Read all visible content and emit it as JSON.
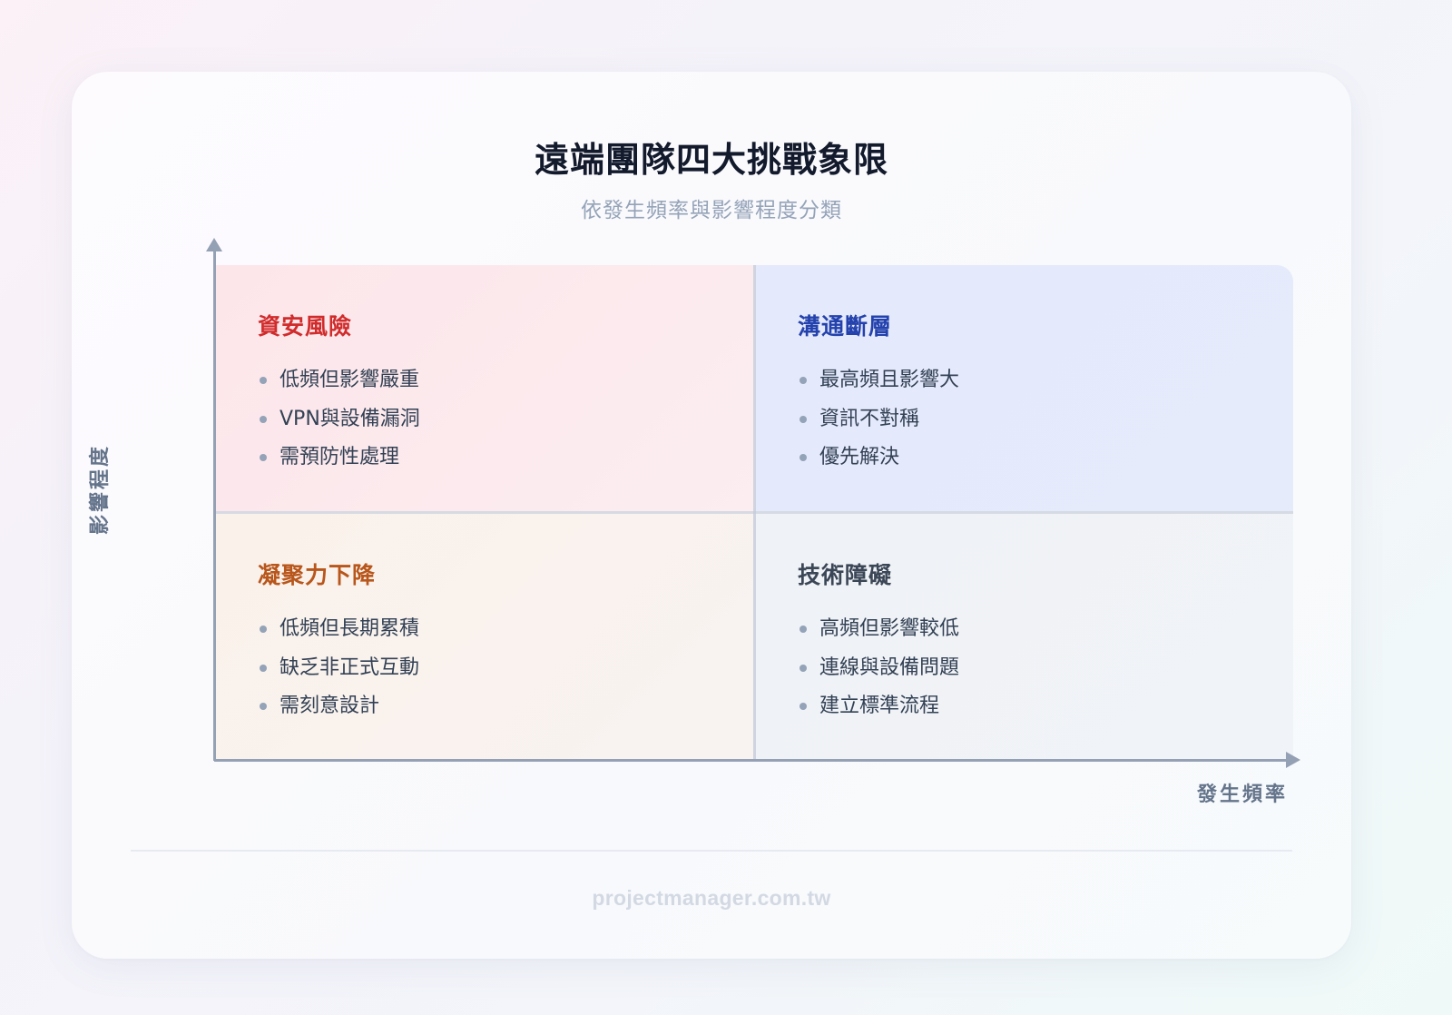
{
  "header": {
    "title": "遠端團隊四大挑戰象限",
    "subtitle": "依發生頻率與影響程度分類"
  },
  "axes": {
    "y_label": "影響程度",
    "x_label": "發生頻率",
    "color": "#94a0b4"
  },
  "quadrants": [
    {
      "position": "top-left",
      "title": "資安風險",
      "title_color": "#d12c2c",
      "items": [
        "低頻但影響嚴重",
        "VPN與設備漏洞",
        "需預防性處理"
      ]
    },
    {
      "position": "top-right",
      "title": "溝通斷層",
      "title_color": "#2442ad",
      "items": [
        "最高頻且影響大",
        "資訊不對稱",
        "優先解決"
      ]
    },
    {
      "position": "bottom-left",
      "title": "凝聚力下降",
      "title_color": "#b8561b",
      "items": [
        "低頻但長期累積",
        "缺乏非正式互動",
        "需刻意設計"
      ]
    },
    {
      "position": "bottom-right",
      "title": "技術障礙",
      "title_color": "#3b4656",
      "items": [
        "高頻但影響較低",
        "連線與設備問題",
        "建立標準流程"
      ]
    }
  ],
  "footer": {
    "source": "projectmanager.com.tw"
  }
}
